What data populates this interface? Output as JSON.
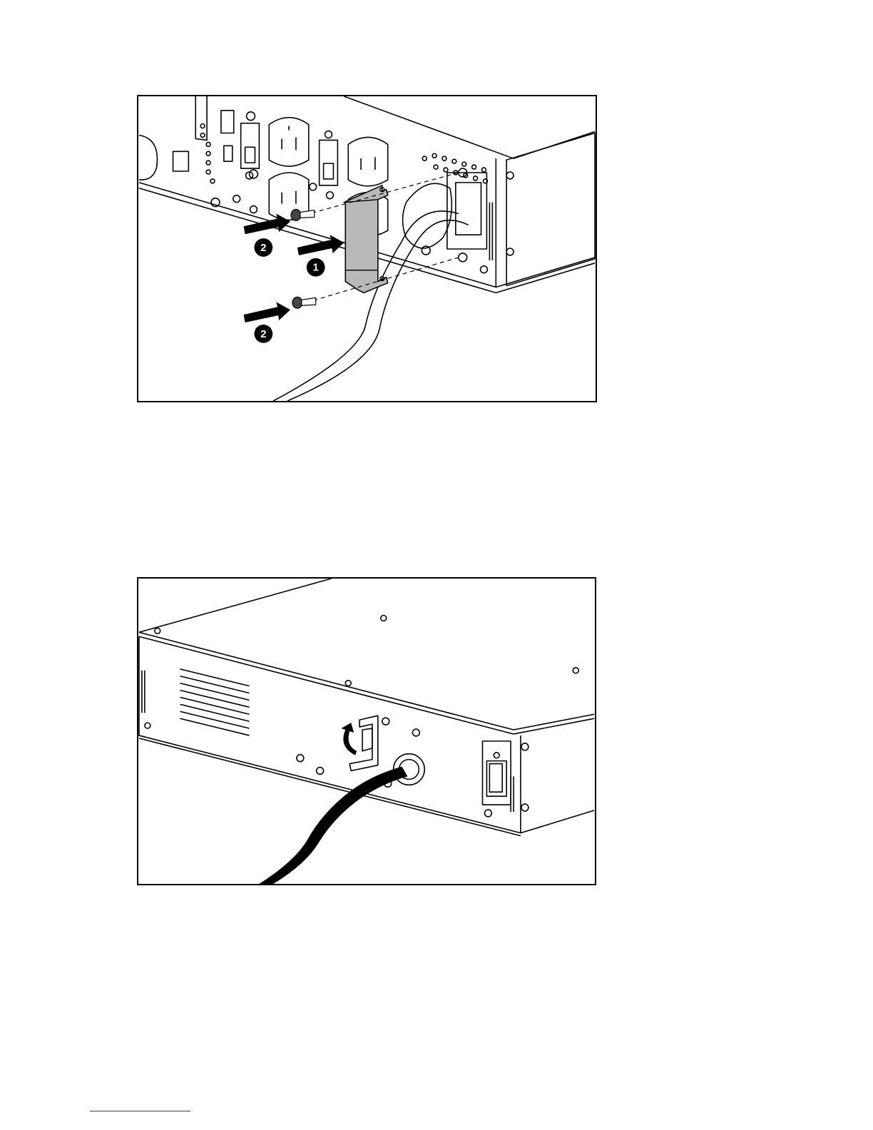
{
  "figures": [
    {
      "id": "figure-1",
      "callouts": [
        "2",
        "1",
        "2"
      ]
    },
    {
      "id": "figure-2"
    }
  ],
  "colors": {
    "line": "#000000",
    "bracket_fill": "#b9b9b9",
    "footer_rule": "#2a3fb4"
  }
}
